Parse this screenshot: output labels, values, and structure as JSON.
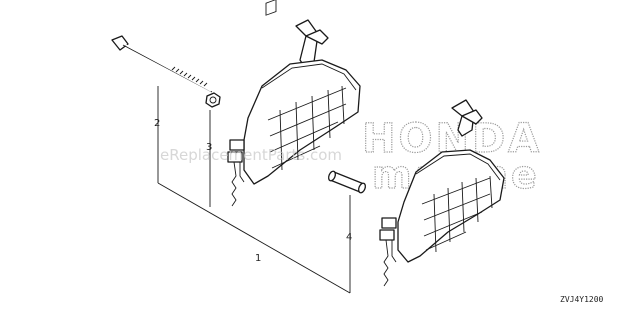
{
  "callouts": {
    "c1": "1",
    "c2": "2",
    "c3": "3",
    "c4": "4"
  },
  "watermark": "eReplacementParts.com",
  "brand": {
    "line1": "HONDA",
    "line2": "marine"
  },
  "diagram_code": "ZVJ4Y1200"
}
